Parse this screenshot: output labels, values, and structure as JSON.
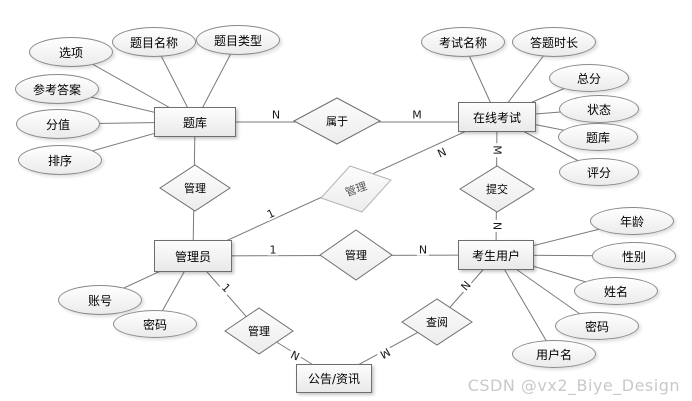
{
  "watermark": {
    "text": "CSDN @vx2_Biye_Design"
  },
  "er": {
    "entities": [
      {
        "label": "题库",
        "attributes": [
          "选项",
          "题目名称",
          "题目类型",
          "参考答案",
          "分值",
          "排序"
        ]
      },
      {
        "label": "在线考试",
        "attributes": [
          "考试名称",
          "答题时长",
          "总分",
          "状态",
          "题库",
          "评分"
        ]
      },
      {
        "label": "管理员",
        "attributes": [
          "账号",
          "密码"
        ]
      },
      {
        "label": "考生用户",
        "attributes": [
          "年龄",
          "性别",
          "姓名",
          "密码",
          "用户名"
        ]
      },
      {
        "label": "公告/资讯",
        "attributes": []
      }
    ],
    "relationships": [
      {
        "label": "属于",
        "from": "题库",
        "to": "在线考试",
        "from_card": "N",
        "to_card": "M"
      },
      {
        "label": "管理",
        "from": "管理员",
        "to": "题库"
      },
      {
        "label": "管理",
        "from": "管理员",
        "to": "在线考试",
        "from_card": "1",
        "to_card": "N"
      },
      {
        "label": "管理",
        "from": "管理员",
        "to": "考生用户",
        "from_card": "1",
        "to_card": "N"
      },
      {
        "label": "提交",
        "from": "在线考试",
        "to": "考生用户",
        "from_card": "M",
        "to_card": "N"
      },
      {
        "label": "查阅",
        "from": "考生用户",
        "to": "公告/资讯",
        "from_card": "N",
        "to_card": "M"
      },
      {
        "label": "管理",
        "from": "管理员",
        "to": "公告/资讯",
        "from_card": "1",
        "to_card": "N"
      }
    ]
  }
}
